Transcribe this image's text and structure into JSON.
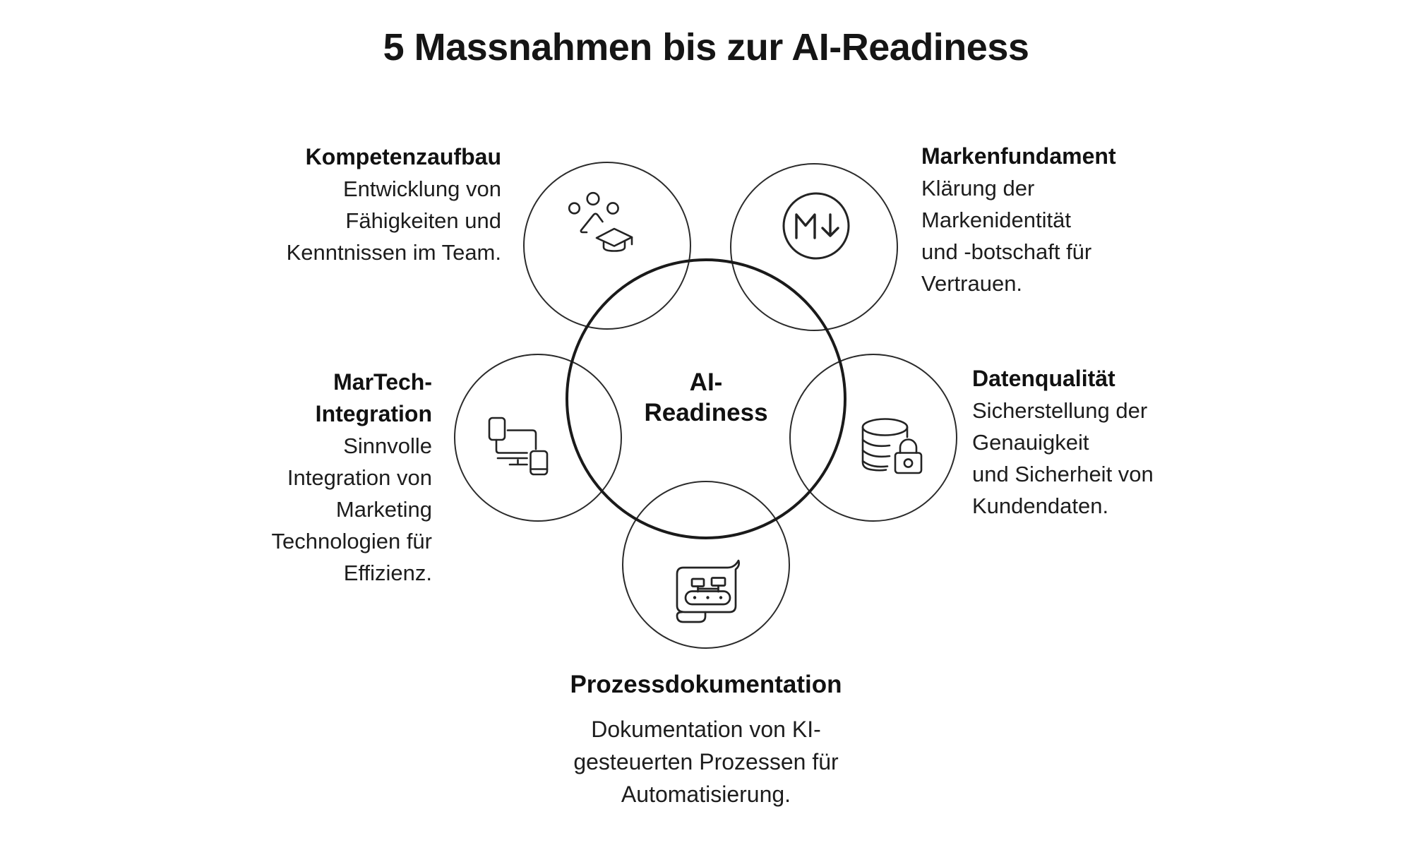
{
  "title": "5 Massnahmen bis zur AI-Readiness",
  "center": {
    "label": "AI-Readiness",
    "line1": "AI-",
    "line2": "Readiness"
  },
  "colors": {
    "background": "#ffffff",
    "text": "#1b1b1b",
    "circle_stroke": "#2b2b2b",
    "center_circle_stroke": "#1a1a1a",
    "icon_stroke": "#232323"
  },
  "items": {
    "kompetenzaufbau": {
      "heading": "Kompetenzaufbau",
      "icon": "team-learning-icon",
      "lines": [
        "Entwicklung von",
        "Fähigkeiten und",
        "Kenntnissen im Team."
      ]
    },
    "markenfundament": {
      "heading": "Markenfundament",
      "icon": "markdown-circle-icon",
      "lines": [
        "Klärung der",
        "Markenidentität",
        "und -botschaft für",
        "Vertrauen."
      ]
    },
    "martech": {
      "heading_lines": [
        "MarTech-",
        "Integration"
      ],
      "icon": "connected-devices-icon",
      "lines": [
        "Sinnvolle",
        "Integration von",
        "Marketing",
        "Technologien für",
        "Effizienz."
      ]
    },
    "datenqualitaet": {
      "heading": "Datenqualität",
      "icon": "database-lock-icon",
      "lines": [
        "Sicherstellung der",
        "Genauigkeit",
        "und Sicherheit von",
        "Kundendaten."
      ]
    },
    "prozessdokumentation": {
      "heading": "Prozessdokumentation",
      "icon": "process-scroll-icon",
      "lines": [
        "Dokumentation von KI-",
        "gesteuerten Prozessen für",
        "Automatisierung."
      ]
    }
  }
}
